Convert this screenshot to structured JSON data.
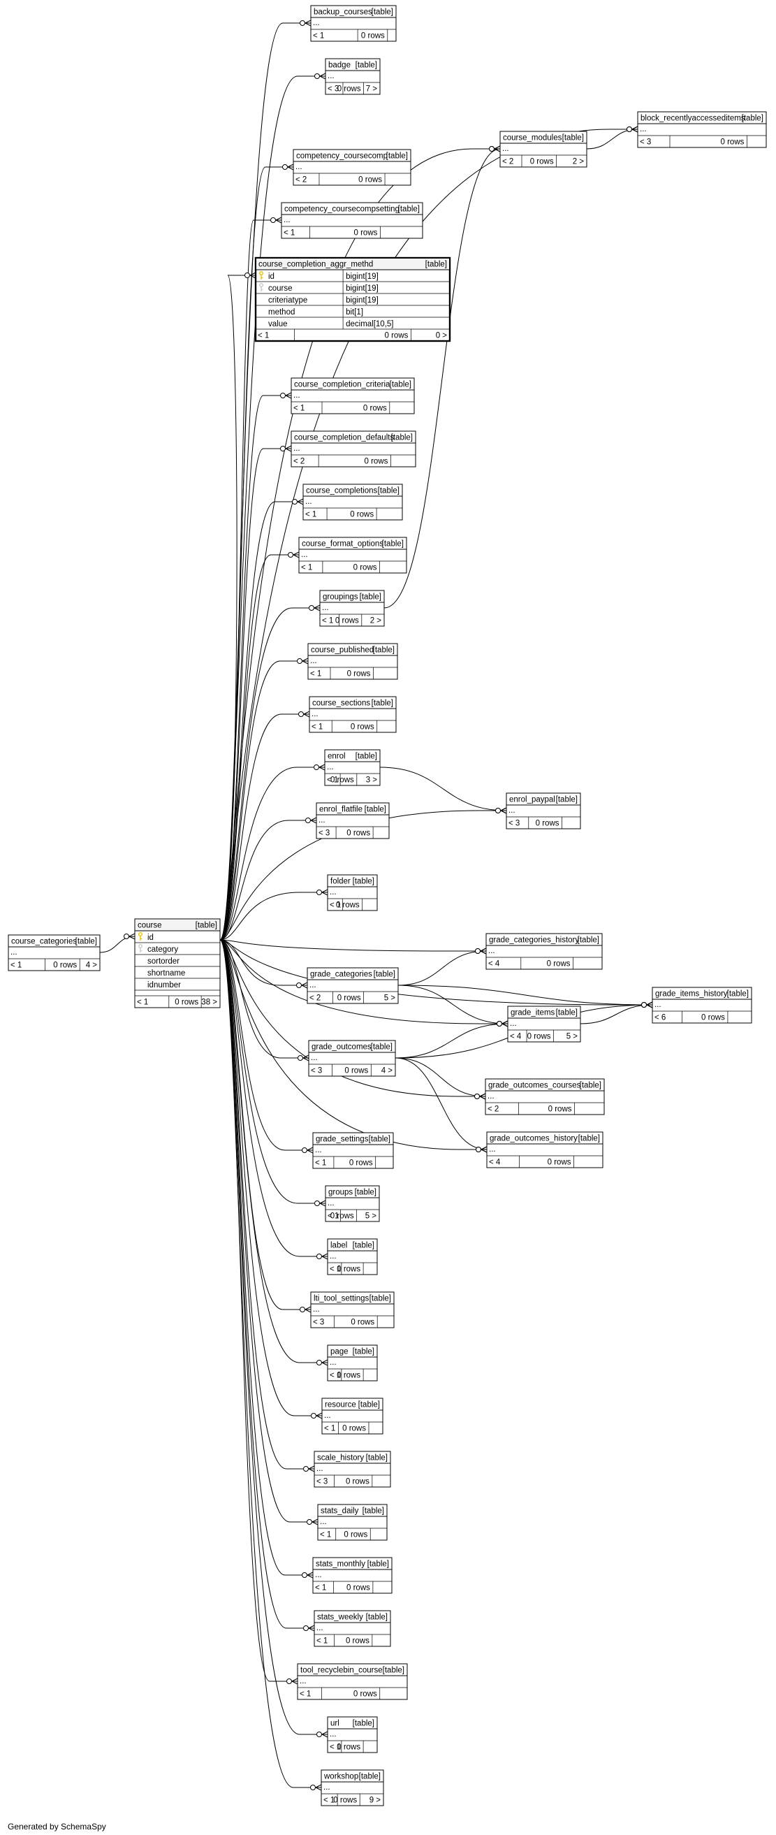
{
  "footer": "Generated by SchemaSpy",
  "kind_label": "[table]",
  "ellipsis": "...",
  "focus": "course_completion_aggr_methd",
  "tables": [
    {
      "name": "backup_courses",
      "foot": [
        "< 1",
        "0 rows",
        ""
      ]
    },
    {
      "name": "badge",
      "foot": [
        "< 3",
        "0 rows",
        "7 >"
      ]
    },
    {
      "name": "block_recentlyaccesseditems",
      "foot": [
        "< 3",
        "0 rows",
        ""
      ]
    },
    {
      "name": "course_modules",
      "foot": [
        "< 2",
        "0 rows",
        "2 >"
      ]
    },
    {
      "name": "competency_coursecomp",
      "foot": [
        "< 2",
        "0 rows",
        ""
      ]
    },
    {
      "name": "competency_coursecompsetting",
      "foot": [
        "< 1",
        "0 rows",
        ""
      ]
    },
    {
      "name": "course_completion_aggr_methd",
      "foot": [
        "< 1",
        "0 rows",
        "0 >"
      ],
      "columns": [
        {
          "name": "id",
          "type": "bigint[19]",
          "key": "pk"
        },
        {
          "name": "course",
          "type": "bigint[19]",
          "key": "fk"
        },
        {
          "name": "criteriatype",
          "type": "bigint[19]",
          "key": ""
        },
        {
          "name": "method",
          "type": "bit[1]",
          "key": ""
        },
        {
          "name": "value",
          "type": "decimal[10,5]",
          "key": ""
        }
      ]
    },
    {
      "name": "course_completion_criteria",
      "foot": [
        "< 1",
        "0 rows",
        ""
      ]
    },
    {
      "name": "course_completion_defaults",
      "foot": [
        "< 2",
        "0 rows",
        ""
      ]
    },
    {
      "name": "course_completions",
      "foot": [
        "< 1",
        "0 rows",
        ""
      ]
    },
    {
      "name": "course_format_options",
      "foot": [
        "< 1",
        "0 rows",
        ""
      ]
    },
    {
      "name": "groupings",
      "foot": [
        "< 1",
        "0 rows",
        "2 >"
      ]
    },
    {
      "name": "course_published",
      "foot": [
        "< 1",
        "0 rows",
        ""
      ]
    },
    {
      "name": "course_sections",
      "foot": [
        "< 1",
        "0 rows",
        ""
      ]
    },
    {
      "name": "enrol",
      "foot": [
        "< 1",
        "0 rows",
        "3 >"
      ]
    },
    {
      "name": "enrol_flatfile",
      "foot": [
        "< 3",
        "0 rows",
        ""
      ]
    },
    {
      "name": "enrol_paypal",
      "foot": [
        "< 3",
        "0 rows",
        ""
      ]
    },
    {
      "name": "folder",
      "foot": [
        "< 1",
        "0 rows",
        ""
      ]
    },
    {
      "name": "course_categories",
      "foot": [
        "< 1",
        "0 rows",
        "4 >"
      ]
    },
    {
      "name": "course",
      "foot": [
        "< 1",
        "0 rows",
        "38 >"
      ],
      "columns": [
        {
          "name": "id",
          "type": "",
          "key": "pk"
        },
        {
          "name": "category",
          "type": "",
          "key": "fk"
        },
        {
          "name": "sortorder",
          "type": "",
          "key": ""
        },
        {
          "name": "shortname",
          "type": "",
          "key": ""
        },
        {
          "name": "idnumber",
          "type": "",
          "key": ""
        }
      ]
    },
    {
      "name": "grade_categories_history",
      "foot": [
        "< 4",
        "0 rows",
        ""
      ]
    },
    {
      "name": "grade_categories",
      "foot": [
        "< 2",
        "0 rows",
        "5 >"
      ]
    },
    {
      "name": "grade_items_history",
      "foot": [
        "< 6",
        "0 rows",
        ""
      ]
    },
    {
      "name": "grade_items",
      "foot": [
        "< 4",
        "0 rows",
        "5 >"
      ]
    },
    {
      "name": "grade_outcomes",
      "foot": [
        "< 3",
        "0 rows",
        "4 >"
      ]
    },
    {
      "name": "grade_outcomes_courses",
      "foot": [
        "< 2",
        "0 rows",
        ""
      ]
    },
    {
      "name": "grade_outcomes_history",
      "foot": [
        "< 4",
        "0 rows",
        ""
      ]
    },
    {
      "name": "grade_settings",
      "foot": [
        "< 1",
        "0 rows",
        ""
      ]
    },
    {
      "name": "groups",
      "foot": [
        "< 1",
        "0 rows",
        "5 >"
      ]
    },
    {
      "name": "label",
      "foot": [
        "< 1",
        "0 rows",
        ""
      ]
    },
    {
      "name": "lti_tool_settings",
      "foot": [
        "< 3",
        "0 rows",
        ""
      ]
    },
    {
      "name": "page",
      "foot": [
        "< 1",
        "0 rows",
        ""
      ]
    },
    {
      "name": "resource",
      "foot": [
        "< 1",
        "0 rows",
        ""
      ]
    },
    {
      "name": "scale_history",
      "foot": [
        "< 3",
        "0 rows",
        ""
      ]
    },
    {
      "name": "stats_daily",
      "foot": [
        "< 1",
        "0 rows",
        ""
      ]
    },
    {
      "name": "stats_monthly",
      "foot": [
        "< 1",
        "0 rows",
        ""
      ]
    },
    {
      "name": "stats_weekly",
      "foot": [
        "< 1",
        "0 rows",
        ""
      ]
    },
    {
      "name": "tool_recyclebin_course",
      "foot": [
        "< 1",
        "0 rows",
        ""
      ]
    },
    {
      "name": "url",
      "foot": [
        "< 1",
        "0 rows",
        ""
      ]
    },
    {
      "name": "workshop",
      "foot": [
        "< 1",
        "0 rows",
        "9 >"
      ]
    }
  ],
  "relations": [
    [
      "course_categories",
      "course"
    ],
    [
      "course",
      "backup_courses"
    ],
    [
      "course",
      "badge"
    ],
    [
      "course",
      "block_recentlyaccesseditems"
    ],
    [
      "course",
      "course_modules"
    ],
    [
      "course",
      "competency_coursecomp"
    ],
    [
      "course",
      "competency_coursecompsetting"
    ],
    [
      "course",
      "course_completion_aggr_methd"
    ],
    [
      "course",
      "course_completion_criteria"
    ],
    [
      "course",
      "course_completion_defaults"
    ],
    [
      "course",
      "course_completions"
    ],
    [
      "course",
      "course_format_options"
    ],
    [
      "course",
      "groupings"
    ],
    [
      "course",
      "course_published"
    ],
    [
      "course",
      "course_sections"
    ],
    [
      "course",
      "enrol"
    ],
    [
      "course",
      "enrol_flatfile"
    ],
    [
      "course",
      "enrol_paypal"
    ],
    [
      "course",
      "folder"
    ],
    [
      "course",
      "grade_categories"
    ],
    [
      "course",
      "grade_categories_history"
    ],
    [
      "course",
      "grade_items"
    ],
    [
      "course",
      "grade_items_history"
    ],
    [
      "course",
      "grade_outcomes"
    ],
    [
      "course",
      "grade_outcomes_courses"
    ],
    [
      "course",
      "grade_outcomes_history"
    ],
    [
      "course",
      "grade_settings"
    ],
    [
      "course",
      "groups"
    ],
    [
      "course",
      "label"
    ],
    [
      "course",
      "lti_tool_settings"
    ],
    [
      "course",
      "page"
    ],
    [
      "course",
      "resource"
    ],
    [
      "course",
      "scale_history"
    ],
    [
      "course",
      "stats_daily"
    ],
    [
      "course",
      "stats_monthly"
    ],
    [
      "course",
      "stats_weekly"
    ],
    [
      "course",
      "tool_recyclebin_course"
    ],
    [
      "course",
      "url"
    ],
    [
      "course",
      "workshop"
    ],
    [
      "course_modules",
      "block_recentlyaccesseditems"
    ],
    [
      "groupings",
      "course_modules"
    ],
    [
      "enrol",
      "enrol_paypal"
    ],
    [
      "grade_categories",
      "grade_categories_history"
    ],
    [
      "grade_categories",
      "grade_items"
    ],
    [
      "grade_categories",
      "grade_items_history"
    ],
    [
      "grade_items",
      "grade_items_history"
    ],
    [
      "grade_outcomes",
      "grade_items"
    ],
    [
      "grade_outcomes",
      "grade_items_history"
    ],
    [
      "grade_outcomes",
      "grade_outcomes_courses"
    ],
    [
      "grade_outcomes",
      "grade_outcomes_history"
    ]
  ]
}
